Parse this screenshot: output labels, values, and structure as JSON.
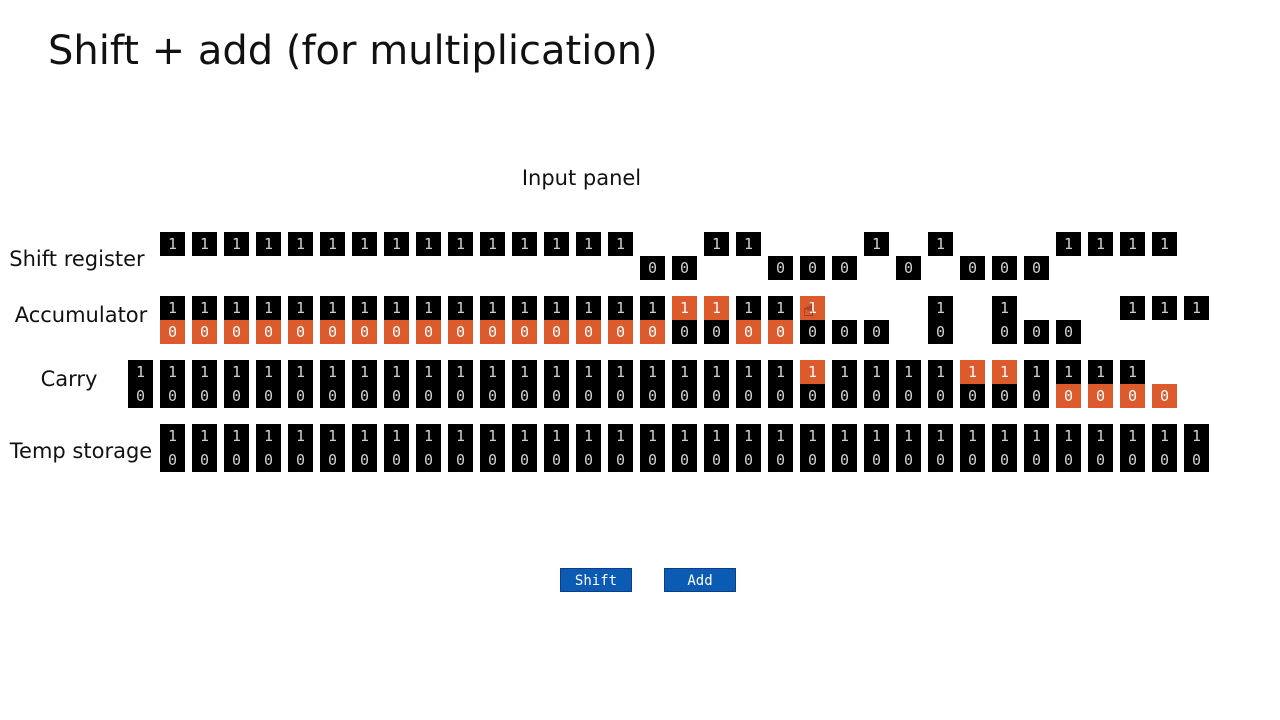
{
  "title": "Shift + add (for multiplication)",
  "panel": {
    "title": "Input panel"
  },
  "labels": {
    "shift_register": "Shift register",
    "accumulator": "Accumulator",
    "carry": "Carry",
    "temp_storage": "Temp storage"
  },
  "rows": {
    "shift_register": {
      "top": [
        "1",
        "1",
        "1",
        "1",
        "1",
        "1",
        "1",
        "1",
        "1",
        "1",
        "1",
        "1",
        "1",
        "1",
        "1",
        "",
        "",
        "1",
        "1",
        "",
        "",
        "",
        "1",
        "",
        "1",
        "",
        "",
        "",
        "1",
        "1",
        "1",
        "1"
      ],
      "bottom": [
        "",
        "",
        "",
        "",
        "",
        "",
        "",
        "",
        "",
        "",
        "",
        "",
        "",
        "",
        "",
        "0",
        "0",
        "",
        "",
        "0",
        "0",
        "0",
        "",
        "0",
        "",
        "0",
        "0",
        "0",
        "",
        "",
        "",
        ""
      ]
    },
    "accumulator": {
      "top": [
        "1",
        "1",
        "1",
        "1",
        "1",
        "1",
        "1",
        "1",
        "1",
        "1",
        "1",
        "1",
        "1",
        "1",
        "1",
        "1",
        "1",
        "1",
        "1",
        "1",
        "1",
        "",
        "",
        "",
        "1",
        "",
        "1",
        "",
        "",
        "",
        "1",
        "1",
        "1"
      ],
      "bottom": [
        "0",
        "0",
        "0",
        "0",
        "0",
        "0",
        "0",
        "0",
        "0",
        "0",
        "0",
        "0",
        "0",
        "0",
        "0",
        "0",
        "0",
        "0",
        "0",
        "0",
        "0",
        "0",
        "0",
        "",
        "0",
        "",
        "0",
        "0",
        "0",
        "",
        "",
        ""
      ],
      "top_highlight": [
        16,
        17,
        20
      ],
      "bottom_highlight": [
        0,
        1,
        2,
        3,
        4,
        5,
        6,
        7,
        8,
        9,
        10,
        11,
        12,
        13,
        14,
        15,
        18,
        19
      ]
    },
    "carry": {
      "top": [
        "1",
        "1",
        "1",
        "1",
        "1",
        "1",
        "1",
        "1",
        "1",
        "1",
        "1",
        "1",
        "1",
        "1",
        "1",
        "1",
        "1",
        "1",
        "1",
        "1",
        "1",
        "1",
        "1",
        "1",
        "1",
        "1",
        "1",
        "1",
        "1",
        "1",
        "1",
        "1",
        ""
      ],
      "bottom": [
        "0",
        "0",
        "0",
        "0",
        "0",
        "0",
        "0",
        "0",
        "0",
        "0",
        "0",
        "0",
        "0",
        "0",
        "0",
        "0",
        "0",
        "0",
        "0",
        "0",
        "0",
        "0",
        "0",
        "0",
        "0",
        "0",
        "0",
        "0",
        "0",
        "0",
        "0",
        "0",
        "0"
      ],
      "top_highlight": [
        21,
        26,
        27
      ],
      "bottom_highlight": [
        29,
        30,
        31,
        32
      ]
    },
    "temp_storage": {
      "top": [
        "1",
        "1",
        "1",
        "1",
        "1",
        "1",
        "1",
        "1",
        "1",
        "1",
        "1",
        "1",
        "1",
        "1",
        "1",
        "1",
        "1",
        "1",
        "1",
        "1",
        "1",
        "1",
        "1",
        "1",
        "1",
        "1",
        "1",
        "1",
        "1",
        "1",
        "1",
        "1",
        "1"
      ],
      "bottom": [
        "0",
        "0",
        "0",
        "0",
        "0",
        "0",
        "0",
        "0",
        "0",
        "0",
        "0",
        "0",
        "0",
        "0",
        "0",
        "0",
        "0",
        "0",
        "0",
        "0",
        "0",
        "0",
        "0",
        "0",
        "0",
        "0",
        "0",
        "0",
        "0",
        "0",
        "0",
        "0",
        "0"
      ]
    }
  },
  "buttons": {
    "shift": "Shift",
    "add": "Add"
  },
  "colors": {
    "cell_bg": "#000000",
    "highlight": "#dd5a2c",
    "button": "#0b5bb5"
  },
  "icons": {
    "cursor": "hand-pointer-icon"
  }
}
